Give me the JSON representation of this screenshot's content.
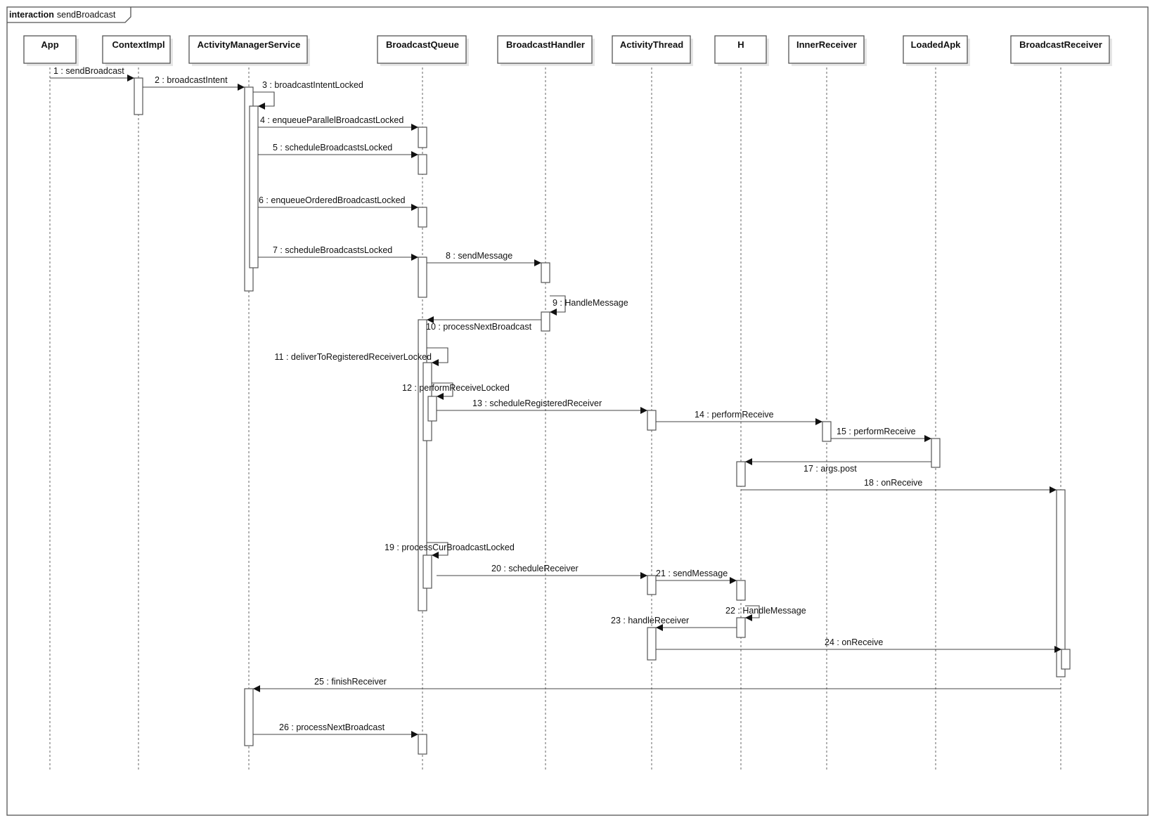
{
  "frame": {
    "keyword": "interaction",
    "name": "sendBroadcast"
  },
  "lifelines": [
    {
      "id": "app",
      "name": "App"
    },
    {
      "id": "ctx",
      "name": "ContextImpl"
    },
    {
      "id": "ams",
      "name": "ActivityManagerService"
    },
    {
      "id": "bq",
      "name": "BroadcastQueue"
    },
    {
      "id": "bh",
      "name": "BroadcastHandler"
    },
    {
      "id": "at",
      "name": "ActivityThread"
    },
    {
      "id": "h",
      "name": "H"
    },
    {
      "id": "ir",
      "name": "InnerReceiver"
    },
    {
      "id": "la",
      "name": "LoadedApk"
    },
    {
      "id": "br",
      "name": "BroadcastReceiver"
    }
  ],
  "messages": [
    {
      "from": "app",
      "to": "ctx",
      "label": "1 : sendBroadcast"
    },
    {
      "from": "ctx",
      "to": "ams",
      "label": "2 : broadcastIntent"
    },
    {
      "from": "ams",
      "to": "ams",
      "label": "3 : broadcastIntentLocked"
    },
    {
      "from": "ams",
      "to": "bq",
      "label": "4 : enqueueParallelBroadcastLocked"
    },
    {
      "from": "ams",
      "to": "bq",
      "label": "5 : scheduleBroadcastsLocked"
    },
    {
      "from": "ams",
      "to": "bq",
      "label": "6 : enqueueOrderedBroadcastLocked"
    },
    {
      "from": "ams",
      "to": "bq",
      "label": "7 : scheduleBroadcastsLocked"
    },
    {
      "from": "bq",
      "to": "bh",
      "label": "8 : sendMessage"
    },
    {
      "from": "bh",
      "to": "bh",
      "label": "9 : HandleMessage"
    },
    {
      "from": "bh",
      "to": "bq",
      "label": "10 : processNextBroadcast"
    },
    {
      "from": "bq",
      "to": "bq",
      "label": "11 : deliverToRegisteredReceiverLocked"
    },
    {
      "from": "bq",
      "to": "bq",
      "label": "12 : performReceiveLocked"
    },
    {
      "from": "bq",
      "to": "at",
      "label": "13 : scheduleRegisteredReceiver"
    },
    {
      "from": "at",
      "to": "ir",
      "label": "14 : performReceive"
    },
    {
      "from": "ir",
      "to": "la",
      "label": "15 : performReceive"
    },
    {
      "from": "la",
      "to": "h",
      "label": "17 : args.post"
    },
    {
      "from": "h",
      "to": "br",
      "label": "18 : onReceive"
    },
    {
      "from": "bq",
      "to": "bq",
      "label": "19 : processCurBroadcastLocked"
    },
    {
      "from": "bq",
      "to": "at",
      "label": "20 : scheduleReceiver"
    },
    {
      "from": "at",
      "to": "h",
      "label": "21 : sendMessage"
    },
    {
      "from": "h",
      "to": "h",
      "label": "22 : HandleMessage"
    },
    {
      "from": "h",
      "to": "at",
      "label": "23 : handleReceiver"
    },
    {
      "from": "at",
      "to": "br",
      "label": "24 : onReceive"
    },
    {
      "from": "br",
      "to": "ams",
      "label": "25 : finishReceiver"
    },
    {
      "from": "ams",
      "to": "bq",
      "label": "26 : processNextBroadcast"
    }
  ]
}
